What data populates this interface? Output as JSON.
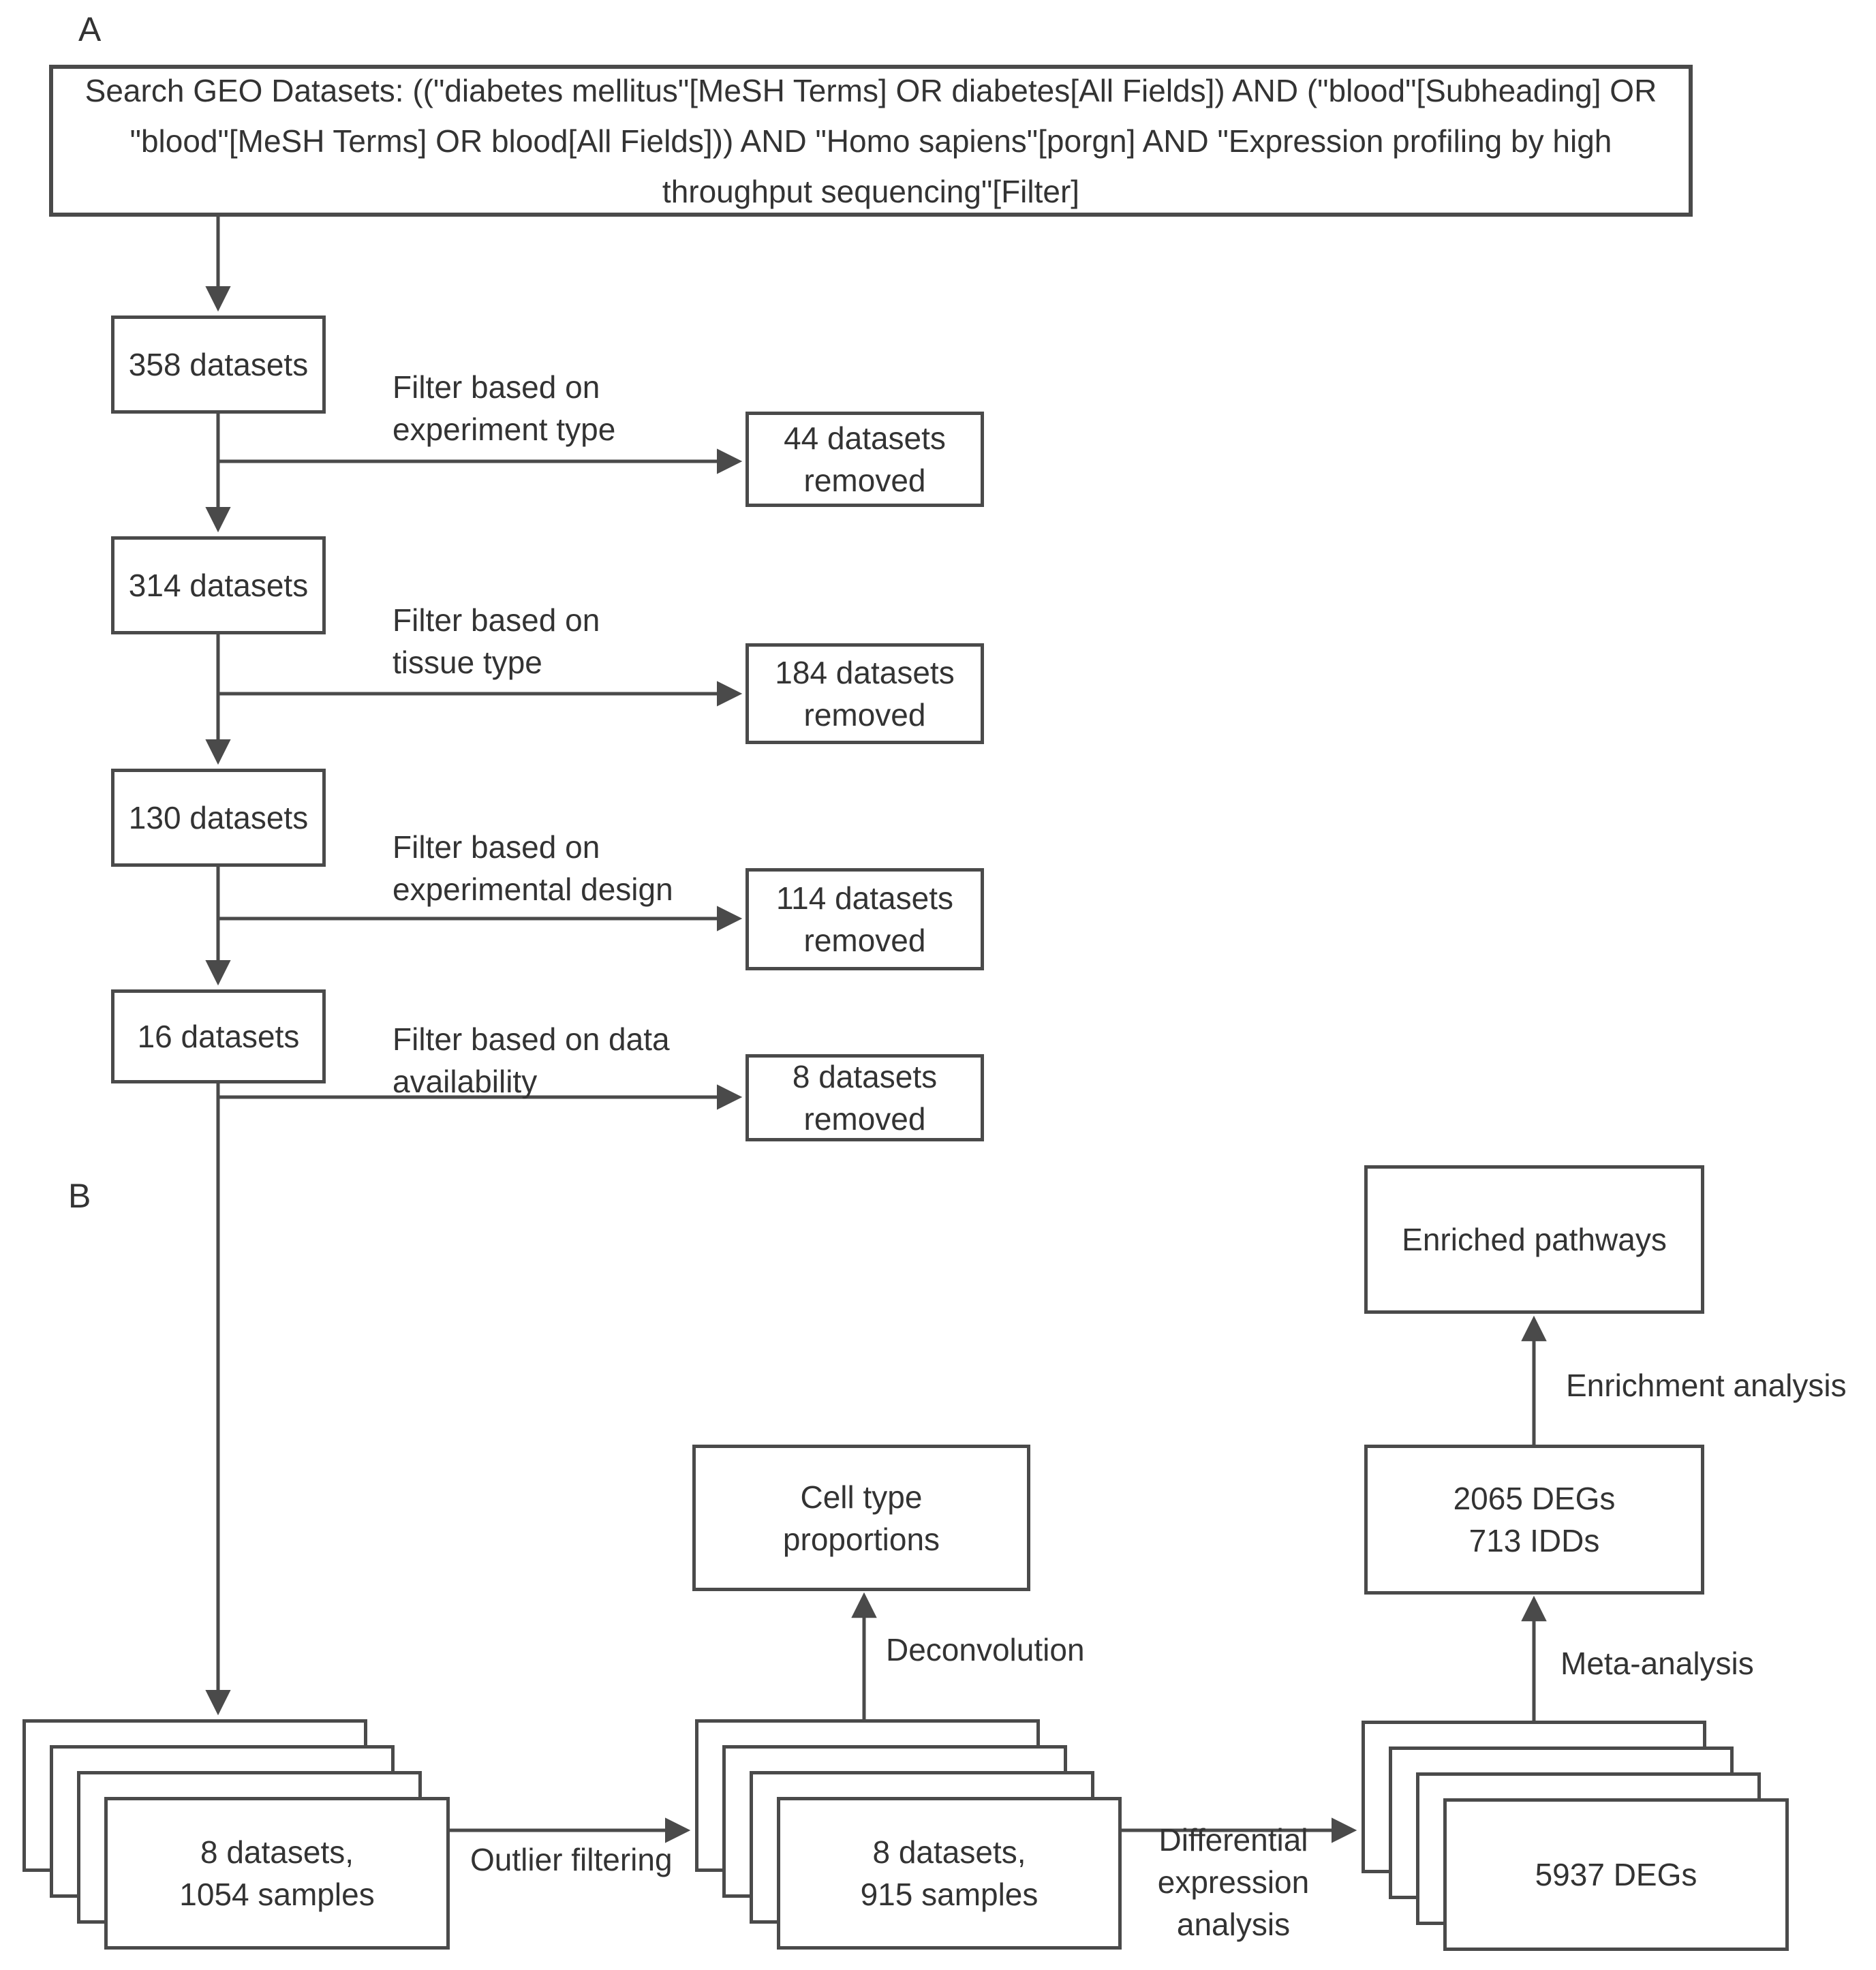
{
  "colors": {
    "background": "#ffffff",
    "stroke": "#4a4a4a",
    "text": "#333333"
  },
  "panel_a": {
    "label": "A",
    "search_query": "Search GEO Datasets: ((\"diabetes mellitus\"[MeSH Terms] OR diabetes[All Fields]) AND (\"blood\"[Subheading] OR \"blood\"[MeSH Terms] OR blood[All Fields])) AND \"Homo sapiens\"[porgn] AND \"Expression profiling by high throughput sequencing\"[Filter]",
    "steps": [
      {
        "count": "358 datasets",
        "filter": "Filter based on\nexperiment type",
        "removed": "44 datasets\nremoved"
      },
      {
        "count": "314 datasets",
        "filter": "Filter based on\ntissue type",
        "removed": "184 datasets\nremoved"
      },
      {
        "count": "130 datasets",
        "filter": "Filter based on\nexperimental design",
        "removed": "114 datasets\nremoved"
      },
      {
        "count": "16 datasets",
        "filter": "Filter based on data\navailability",
        "removed": "8 datasets\nremoved"
      }
    ]
  },
  "panel_b": {
    "label": "B",
    "stacks": [
      {
        "text": "8 datasets,\n1054 samples"
      },
      {
        "text": "8 datasets,\n915 samples"
      },
      {
        "text": "5937 DEGs"
      }
    ],
    "process_labels": {
      "outlier": "Outlier filtering",
      "deconvolution": "Deconvolution",
      "diff_expr": "Differential\nexpression\nanalysis",
      "meta": "Meta-analysis",
      "enrichment": "Enrichment analysis"
    },
    "result_boxes": {
      "cell_type": "Cell type\nproportions",
      "degs": "2065 DEGs\n713 IDDs",
      "enriched": "Enriched pathways"
    }
  }
}
